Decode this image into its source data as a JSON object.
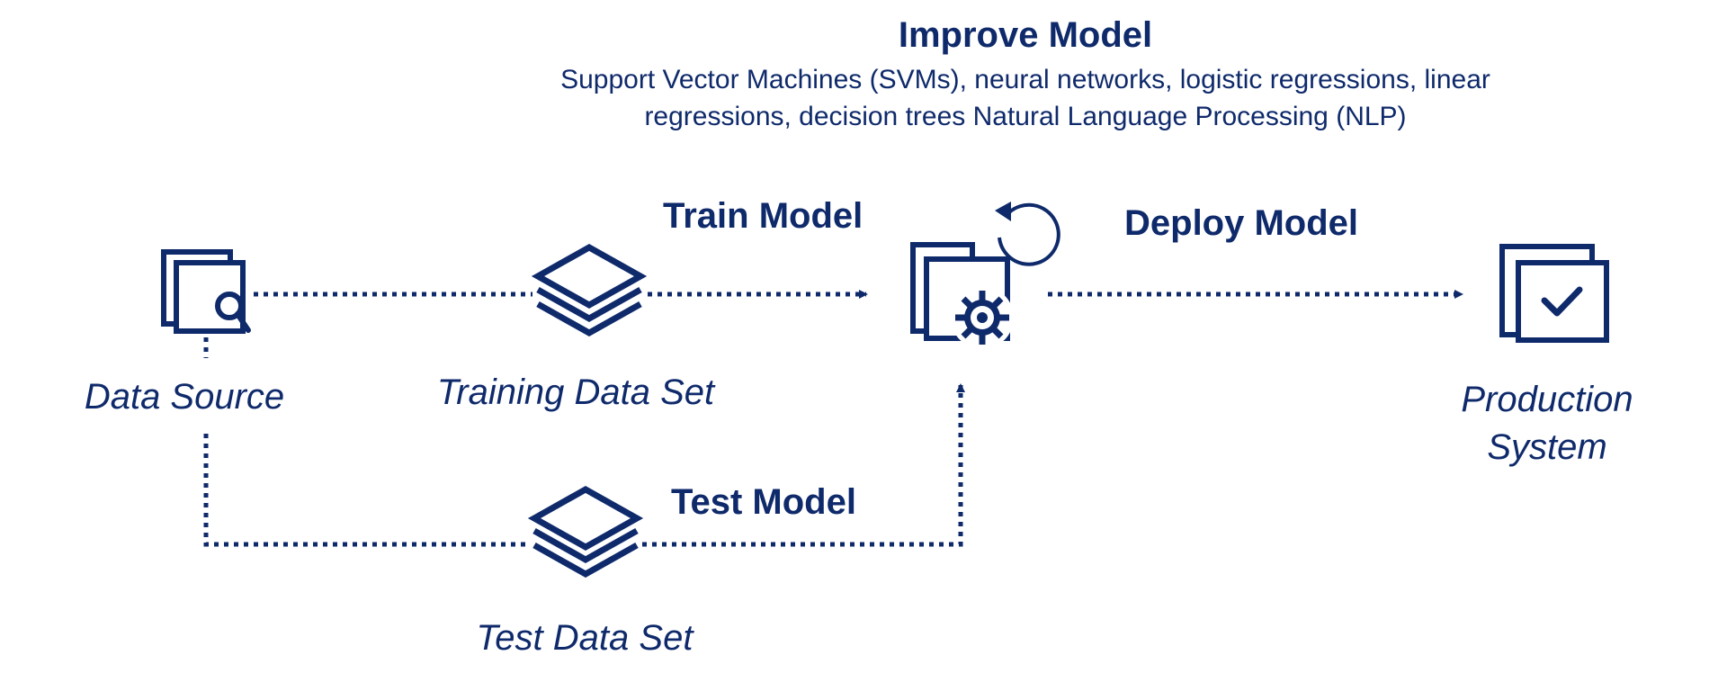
{
  "colors": {
    "primary": "#0f2a6b"
  },
  "steps": {
    "improve": {
      "title": "Improve Model",
      "description": "Support Vector Machines (SVMs), neural networks, logistic regressions, linear regressions, decision trees Natural Language Processing (NLP)"
    },
    "train": {
      "title": "Train Model"
    },
    "deploy": {
      "title": "Deploy Model"
    },
    "test": {
      "title": "Test Model"
    }
  },
  "nodes": {
    "data_source": {
      "label": "Data Source",
      "icon": "data-search-icon"
    },
    "training_data_set": {
      "label": "Training Data Set",
      "icon": "layers-icon"
    },
    "model": {
      "icon": "gear-icon"
    },
    "production_system": {
      "label": "Production System",
      "icon": "checkmark-icon"
    },
    "test_data_set": {
      "label": "Test Data Set",
      "icon": "layers-icon"
    }
  }
}
